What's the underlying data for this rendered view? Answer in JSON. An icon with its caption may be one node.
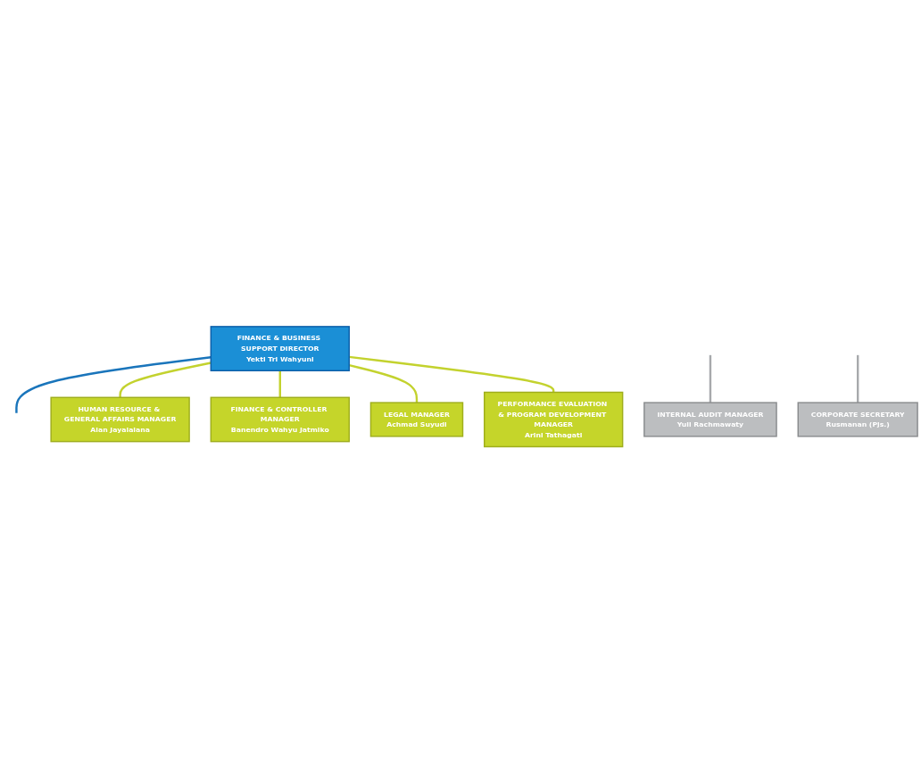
{
  "diagram": {
    "nodes": [
      {
        "text": [
          "INTERNAL AUDIT MANAGER",
          "Yuli Rachmawaty"
        ]
      },
      {
        "text": [
          "CORPORATE SECRETARY",
          "Rusmanan (Pjs.)"
        ]
      },
      {
        "text": [
          "FINANCE & BUSINESS SUPPORT DIRECTOR",
          "Yekti Tri Wahyuni"
        ]
      },
      {
        "text": [
          "HUMAN RESOURCE & GENERAL AFFAIRS MANAGER",
          "Alan Jayalalana"
        ]
      },
      {
        "text": [
          "FINANCE & CONTROLLER MANAGER",
          "Banendro Wahyu Jatmiko"
        ]
      },
      {
        "text": [
          "LEGAL MANAGER",
          "Achmad Suyudi"
        ]
      },
      {
        "text": [
          "PERFORMANCE EVALUATION & PROGRAM DEVELOPMENT MANAGER",
          "Arini Tathagati"
        ]
      }
    ],
    "edges": [
      {
        "from": null,
        "to": 0,
        "arrow": "none",
        "color": "#a7a9ac"
      },
      {
        "from": null,
        "to": 1,
        "arrow": "none",
        "color": "#a7a9ac"
      },
      {
        "from": 2,
        "to": null,
        "arrow": "none",
        "color": "#1a75bb"
      },
      {
        "from": 2,
        "to": 3,
        "arrow": "none"
      },
      {
        "from": 2,
        "to": 4,
        "arrow": "none"
      },
      {
        "from": 2,
        "to": 5,
        "arrow": "none"
      },
      {
        "from": 2,
        "to": 6,
        "arrow": "none"
      }
    ]
  }
}
